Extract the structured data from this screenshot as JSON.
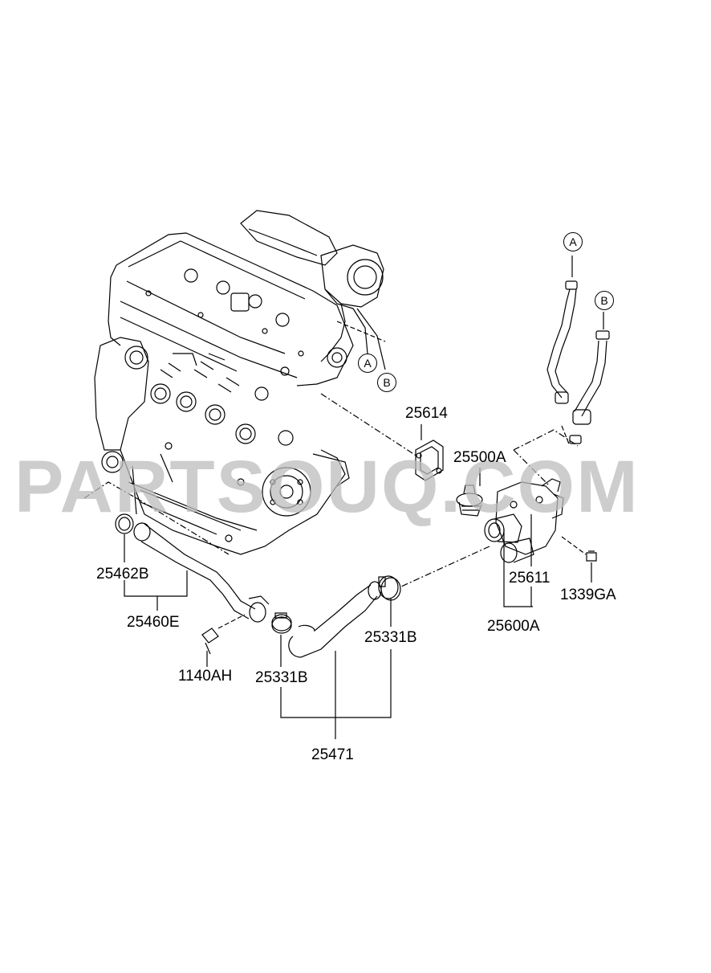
{
  "watermark": "PARTSOUQ.COM",
  "callouts": {
    "a": "A",
    "b": "B"
  },
  "labels": {
    "p25614": "25614",
    "p25500A": "25500A",
    "p25611": "25611",
    "p1339GA": "1339GA",
    "p25600A": "25600A",
    "p25462B": "25462B",
    "p25460E": "25460E",
    "p1140AH": "1140AH",
    "p25331B_left": "25331B",
    "p25331B_right": "25331B",
    "p25471": "25471"
  },
  "colors": {
    "line": "#000000",
    "watermark": "#bdbdbd",
    "background": "#ffffff"
  }
}
